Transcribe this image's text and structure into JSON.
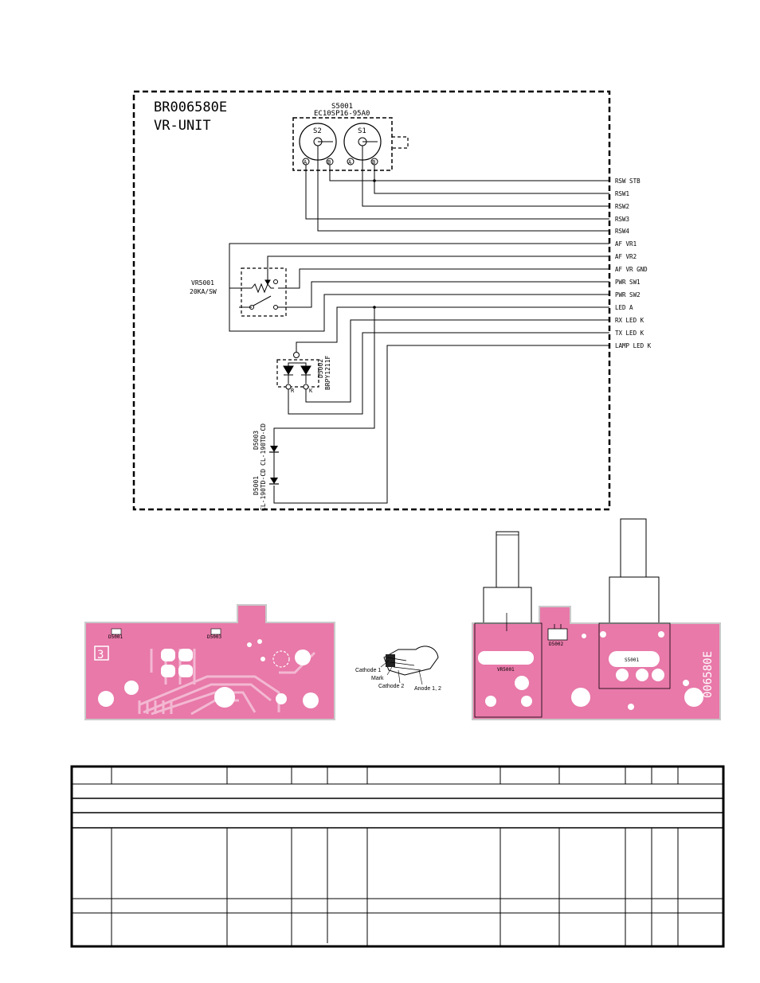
{
  "unit": {
    "code": "BR006580E",
    "name": "VR-UNIT"
  },
  "switch": {
    "ref": "S5001",
    "part": "EC10SP16-95A0",
    "sections": [
      "S2",
      "S1"
    ],
    "pins": [
      "A",
      "B",
      "A",
      "B"
    ]
  },
  "vr": {
    "ref": "VR5001",
    "value": "20KA/SW"
  },
  "led_dual": {
    "ref": "D5002",
    "part": "BRPY1211F",
    "pin_r": "R",
    "pin_k": "K"
  },
  "lamps": [
    {
      "ref": "D5003",
      "part": "CL-190TD-CD"
    },
    {
      "ref": "D5001",
      "part": "CL-190TD-CD"
    }
  ],
  "signals": [
    "RSW STB",
    "RSW1",
    "RSW2",
    "RSW3",
    "RSW4",
    "AF VR1",
    "AF VR2",
    "AF VR GND",
    "PWR SW1",
    "PWR SW2",
    "LED A",
    "RX LED K",
    "TX LED K",
    "LAMP LED K"
  ],
  "pcb_left": {
    "board_number": "3",
    "labels": [
      "D5001",
      "D5003"
    ]
  },
  "led_pinout": {
    "labels": [
      "Cathode 1",
      "Mark",
      "Cathode 2",
      "Anode 1, 2"
    ]
  },
  "pcb_right": {
    "vr_label": "VR5001",
    "switch_label": "S5001",
    "led_label": "D5002",
    "board_code": "006580E"
  },
  "colors": {
    "pcb_pink": "#e879a9",
    "pcb_edge": "#c9c9c9",
    "trace_light": "#f3b8d2"
  }
}
